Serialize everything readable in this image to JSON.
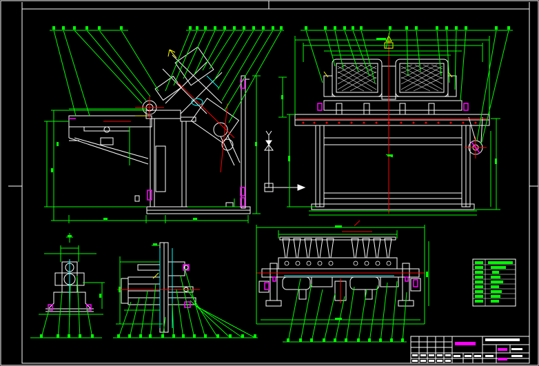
{
  "drawing": {
    "background": "#000000",
    "colors": {
      "frame": "#ffffff",
      "part": "#ffffff",
      "leader": "#00ff00",
      "dimension": "#00ff00",
      "centerline": "#ff0000",
      "hidden": "#00ffff",
      "magenta": "#ff00ff",
      "yellow": "#ffff00",
      "table_fill": "#00ff00"
    },
    "views": [
      "side-elevation",
      "front-elevation",
      "section-detail-a",
      "section-detail-b",
      "plan-assembly"
    ],
    "tech_table": {
      "rows": 9,
      "columns": 2
    },
    "title_block": {
      "rows": 5,
      "columns": 8
    }
  }
}
